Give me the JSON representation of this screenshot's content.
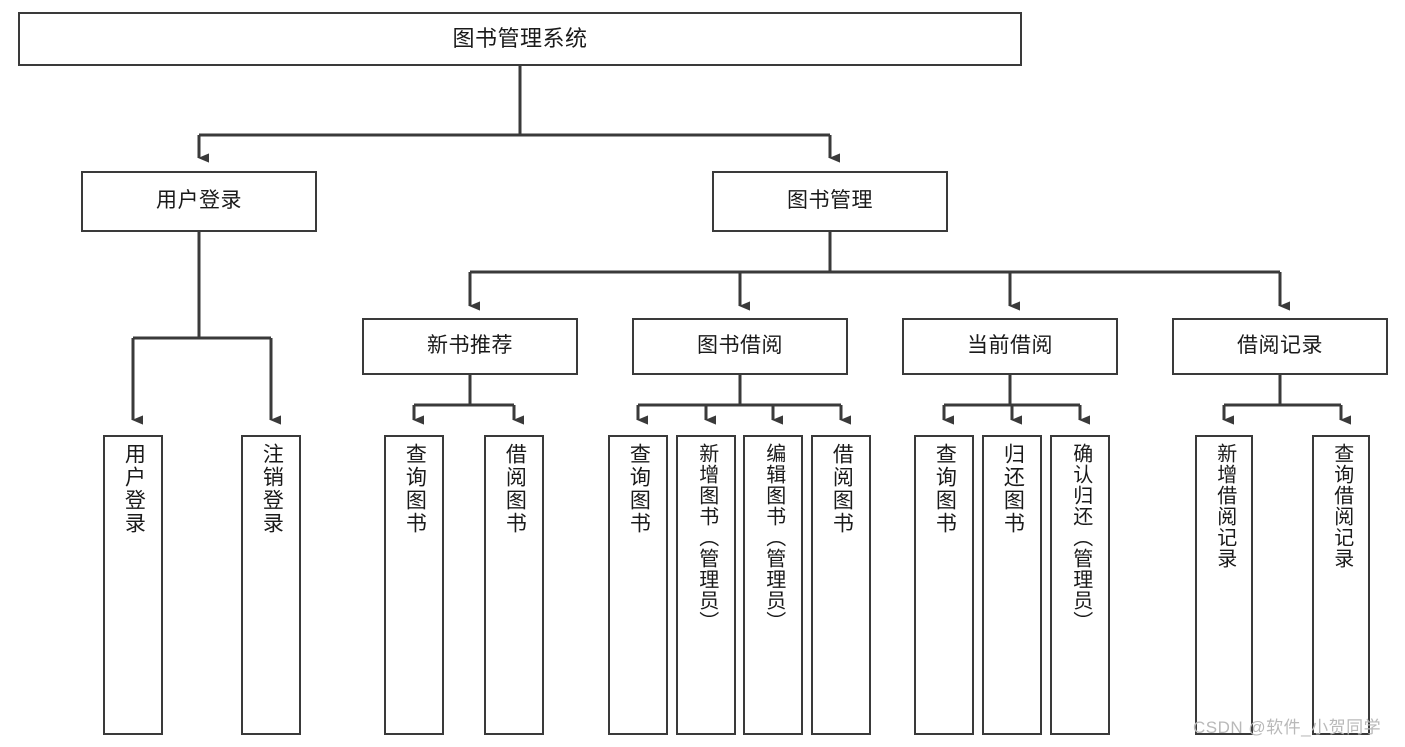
{
  "diagram": {
    "title": "图书管理系统",
    "type": "hierarchy-tree",
    "orientation": "top-down",
    "colors": {
      "box_border": "#3a3a3a",
      "box_fill": "#ffffff",
      "connector": "#3a3a3a",
      "text": "#1a1a1a",
      "watermark": "#b9b9b9"
    },
    "levels": [
      {
        "level": 1,
        "nodes": [
          {
            "id": "root",
            "label": "图书管理系统",
            "writing": "horizontal"
          }
        ]
      },
      {
        "level": 2,
        "nodes": [
          {
            "id": "user-login",
            "label": "用户登录",
            "writing": "horizontal"
          },
          {
            "id": "book-manage",
            "label": "图书管理",
            "writing": "horizontal"
          }
        ]
      },
      {
        "level": 3,
        "nodes": [
          {
            "id": "new-book-recommend",
            "label": "新书推荐",
            "writing": "horizontal"
          },
          {
            "id": "book-borrow",
            "label": "图书借阅",
            "writing": "horizontal"
          },
          {
            "id": "current-borrow",
            "label": "当前借阅",
            "writing": "horizontal"
          },
          {
            "id": "borrow-record",
            "label": "借阅记录",
            "writing": "horizontal"
          }
        ]
      },
      {
        "level": 4,
        "nodes": [
          {
            "id": "leaf-user-login",
            "label": "用户登录",
            "writing": "vertical",
            "parent": "user-login"
          },
          {
            "id": "leaf-logout",
            "label": "注销登录",
            "writing": "vertical",
            "parent": "user-login"
          },
          {
            "id": "leaf-query-book-1",
            "label": "查询图书",
            "writing": "vertical",
            "parent": "new-book-recommend"
          },
          {
            "id": "leaf-borrow-book-1",
            "label": "借阅图书",
            "writing": "vertical",
            "parent": "new-book-recommend"
          },
          {
            "id": "leaf-query-book-2",
            "label": "查询图书",
            "writing": "vertical",
            "parent": "book-borrow"
          },
          {
            "id": "leaf-add-book",
            "label": "新增图书（管理员）",
            "writing": "vertical",
            "parent": "book-borrow"
          },
          {
            "id": "leaf-edit-book",
            "label": "编辑图书（管理员）",
            "writing": "vertical",
            "parent": "book-borrow"
          },
          {
            "id": "leaf-borrow-book-2",
            "label": "借阅图书",
            "writing": "vertical",
            "parent": "book-borrow"
          },
          {
            "id": "leaf-query-book-3",
            "label": "查询图书",
            "writing": "vertical",
            "parent": "current-borrow"
          },
          {
            "id": "leaf-return-book",
            "label": "归还图书",
            "writing": "vertical",
            "parent": "current-borrow"
          },
          {
            "id": "leaf-confirm-return",
            "label": "确认归还（管理员）",
            "writing": "vertical",
            "parent": "current-borrow"
          },
          {
            "id": "leaf-add-record",
            "label": "新增借阅记录",
            "writing": "vertical",
            "parent": "borrow-record"
          },
          {
            "id": "leaf-query-record",
            "label": "查询借阅记录",
            "writing": "vertical",
            "parent": "borrow-record"
          }
        ]
      }
    ]
  },
  "watermark": {
    "text": "CSDN @软件_小贺同学"
  }
}
